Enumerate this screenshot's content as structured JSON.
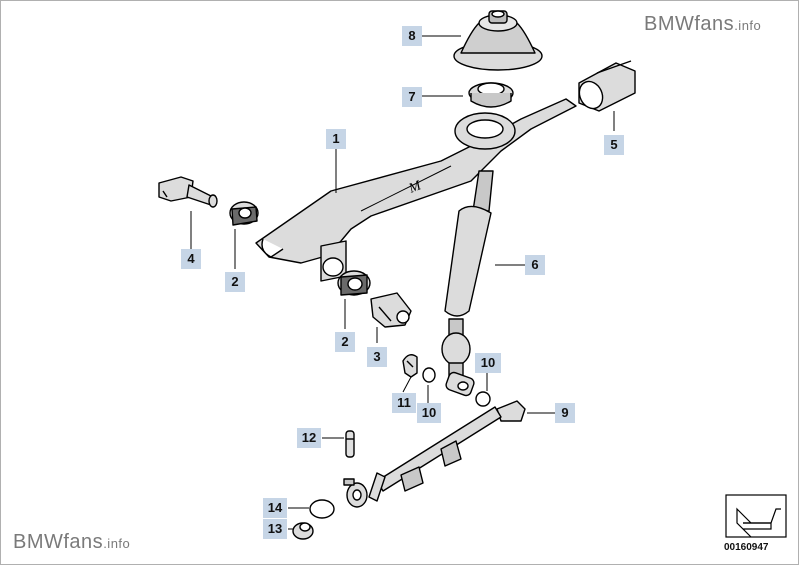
{
  "watermark_top": {
    "brand": "BMWfans",
    "suffix": ".info"
  },
  "watermark_bottom": {
    "brand": "BMWfans",
    "suffix": ".info"
  },
  "callouts": {
    "c1": "1",
    "c2a": "2",
    "c2b": "2",
    "c3": "3",
    "c4": "4",
    "c5": "5",
    "c6": "6",
    "c7": "7",
    "c8": "8",
    "c9": "9",
    "c10a": "10",
    "c10b": "10",
    "c11": "11",
    "c12": "12",
    "c13": "13",
    "c14": "14"
  },
  "part_number": "00160947",
  "colors": {
    "callout_bg": "#c6d5e6",
    "line": "#000000",
    "part_fill": "#d8d8d8"
  }
}
